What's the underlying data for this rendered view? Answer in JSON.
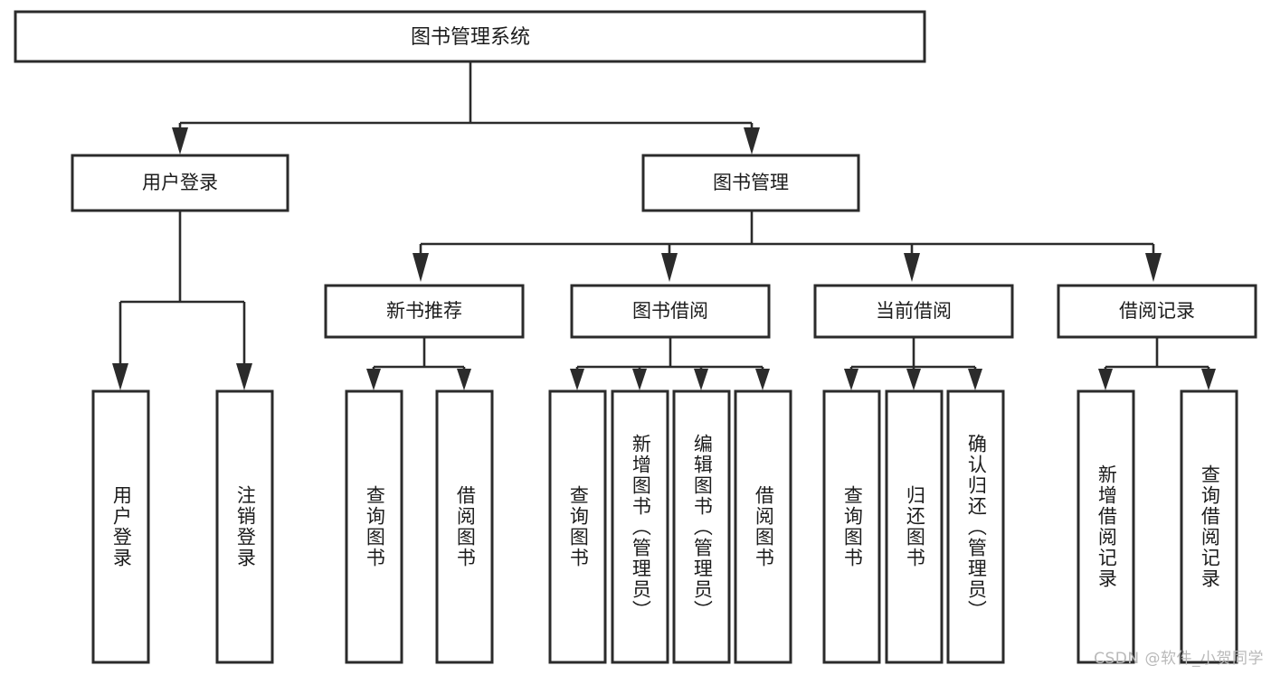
{
  "diagram": {
    "type": "tree",
    "title": "图书管理系统",
    "orientation": "top-down",
    "colors": {
      "background": "#ffffff",
      "box_stroke": "#2b2b2b",
      "box_fill": "#ffffff",
      "connector": "#2b2b2b",
      "text": "#1c1c1c",
      "watermark": "#b9b9b9"
    },
    "root": {
      "label": "图书管理系统"
    },
    "level2": [
      {
        "label": "用户登录"
      },
      {
        "label": "图书管理"
      }
    ],
    "level3": [
      {
        "label": "新书推荐"
      },
      {
        "label": "图书借阅"
      },
      {
        "label": "当前借阅"
      },
      {
        "label": "借阅记录"
      }
    ],
    "leaves": {
      "user_login": [
        {
          "label": "用户登录"
        },
        {
          "label": "注销登录"
        }
      ],
      "new_book_recommend": [
        {
          "label": "查询图书"
        },
        {
          "label": "借阅图书"
        }
      ],
      "book_borrow": [
        {
          "label": "查询图书"
        },
        {
          "label": "新增图书（管理员）"
        },
        {
          "label": "编辑图书（管理员）"
        },
        {
          "label": "借阅图书"
        }
      ],
      "current_borrow": [
        {
          "label": "查询图书"
        },
        {
          "label": "归还图书"
        },
        {
          "label": "确认归还（管理员）"
        }
      ],
      "borrow_record": [
        {
          "label": "新增借阅记录"
        },
        {
          "label": "查询借阅记录"
        }
      ]
    }
  },
  "watermark": {
    "text": "CSDN @软件_小贺同学"
  }
}
